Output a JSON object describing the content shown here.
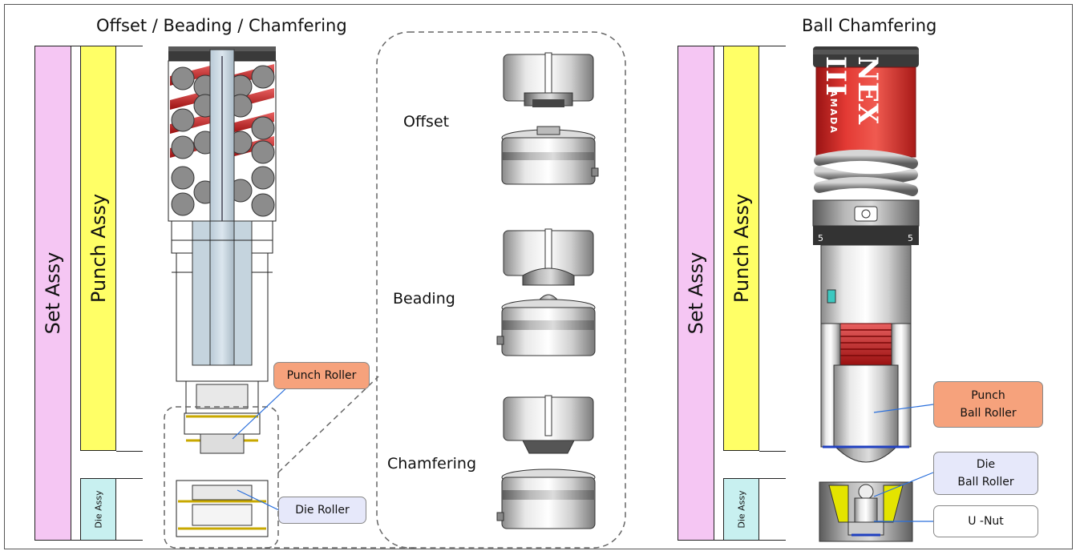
{
  "titles": {
    "left": "Offset / Beading / Chamfering",
    "right": "Ball Chamfering"
  },
  "bars": {
    "set_assy": "Set Assy",
    "punch_assy": "Punch Assy",
    "die_assy": "Die Assy"
  },
  "tool_types": [
    "Offset",
    "Beading",
    "Chamfering"
  ],
  "callouts": {
    "punch_roller": "Punch Roller",
    "die_roller": "Die Roller",
    "punch_ball_roller": [
      "Punch",
      "Ball Roller"
    ],
    "die_ball_roller": [
      "Die",
      "Ball Roller"
    ],
    "u_nut": "U -Nut"
  },
  "logo_text": "NEX III",
  "logo_brand": "AMADA",
  "part_marks": [
    "5",
    "5"
  ],
  "colors": {
    "set_assy_fill": "#f5c6f3",
    "punch_assy_fill": "#ffff66",
    "die_assy_fill": "#c8f0f0",
    "callout_orange": "#f6a27c",
    "callout_lavender": "#e6e8fa",
    "spring_red": "#d83a3a",
    "body_red": "#e0302c",
    "roller_gray": "#8c8c8c"
  }
}
